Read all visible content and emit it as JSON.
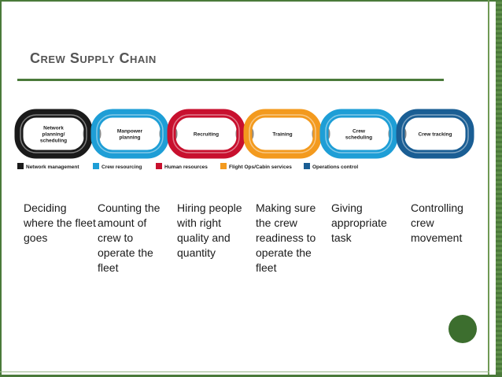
{
  "slide": {
    "title": "Crew Supply Chain"
  },
  "chain": {
    "links": [
      {
        "label_lines": [
          "Network",
          "planning/",
          "scheduling"
        ],
        "color": "#1a1a1a"
      },
      {
        "label_lines": [
          "Manpower",
          "planning"
        ],
        "color": "#1e9ed6"
      },
      {
        "label_lines": [
          "Recruiting"
        ],
        "color": "#c8102e"
      },
      {
        "label_lines": [
          "Training"
        ],
        "color": "#f39a1e"
      },
      {
        "label_lines": [
          "Crew",
          "scheduling"
        ],
        "color": "#1e9ed6"
      },
      {
        "label_lines": [
          "Crew tracking"
        ],
        "color": "#1a5e94"
      }
    ],
    "legend": [
      {
        "label": "Network management",
        "color": "#1a1a1a"
      },
      {
        "label": "Crew resourcing",
        "color": "#1e9ed6"
      },
      {
        "label": "Human resources",
        "color": "#c8102e"
      },
      {
        "label": "Flight Ops/Cabin services",
        "color": "#f39a1e"
      },
      {
        "label": "Operations control",
        "color": "#1a5e94"
      }
    ]
  },
  "descriptions": [
    "Deciding where the fleet goes",
    "Counting the amount of crew to operate the fleet",
    "Hiring people with right quality and quantity",
    "Making sure the crew readiness to operate the fleet",
    "Giving appropriate task",
    "Controlling crew movement"
  ],
  "colors": {
    "accent": "#4a7a3a",
    "title_text": "#555555"
  }
}
